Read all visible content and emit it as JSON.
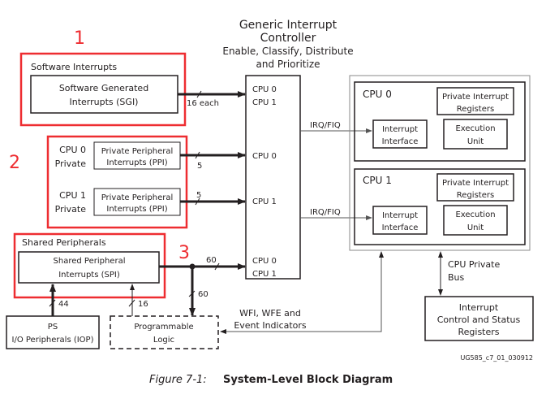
{
  "gic": {
    "title_line1": "Generic Interrupt",
    "title_line2": "Controller",
    "subtitle_line1": "Enable, Classify, Distribute",
    "subtitle_line2": "and Prioritize",
    "ports": {
      "sgi_cpu0": "CPU 0",
      "sgi_cpu1": "CPU 1",
      "ppi_cpu0": "CPU 0",
      "ppi_cpu1": "CPU 1",
      "spi_cpu0": "CPU 0",
      "spi_cpu1": "CPU 1"
    }
  },
  "annotations": {
    "marker1": "1",
    "marker2": "2",
    "marker3": "3",
    "highlight_color": "#ee2d31"
  },
  "software_interrupts": {
    "group_label": "Software Interrupts",
    "block_line1": "Software Generated",
    "block_line2": "Interrupts (SGI)",
    "bus_width": "16 each"
  },
  "private_peripherals": {
    "cpu0": {
      "label_line1": "CPU 0",
      "label_line2": "Private",
      "block_line1": "Private Peripheral",
      "block_line2": "Interrupts (PPI)",
      "bus_width": "5"
    },
    "cpu1": {
      "label_line1": "CPU 1",
      "label_line2": "Private",
      "block_line1": "Private Peripheral",
      "block_line2": "Interrupts (PPI)",
      "bus_width": "5"
    }
  },
  "shared_peripherals": {
    "group_label": "Shared Peripherals",
    "block_line1": "Shared Peripheral",
    "block_line2": "Interrupts (SPI)",
    "bus_width_to_gic": "60",
    "bus_width_to_pl": "60",
    "ps_input_width": "44",
    "pl_input_width": "16"
  },
  "ps_iop": {
    "line1": "PS",
    "line2": "I/O Peripherals (IOP)"
  },
  "programmable_logic": {
    "line1": "Programmable",
    "line2": "Logic"
  },
  "signals": {
    "irq_fiq_cpu0": "IRQ/FIQ",
    "irq_fiq_cpu1": "IRQ/FIQ",
    "wfi_line1": "WFI, WFE and",
    "wfi_line2": "Event Indicators",
    "bus_line1": "CPU Private",
    "bus_line2": "Bus"
  },
  "cpus": [
    {
      "name": "CPU 0",
      "regs_line1": "Private Interrupt",
      "regs_line2": "Registers",
      "iface_line1": "Interrupt",
      "iface_line2": "Interface",
      "exec_line1": "Execution",
      "exec_line2": "Unit"
    },
    {
      "name": "CPU 1",
      "regs_line1": "Private Interrupt",
      "regs_line2": "Registers",
      "iface_line1": "Interrupt",
      "iface_line2": "Interface",
      "exec_line1": "Execution",
      "exec_line2": "Unit"
    }
  ],
  "icsr": {
    "line1": "Interrupt",
    "line2": "Control and Status",
    "line3": "Registers"
  },
  "figure_id": "UG585_c7_01_030912",
  "caption": {
    "label": "Figure 7-1:",
    "title": "System-Level Block Diagram"
  }
}
